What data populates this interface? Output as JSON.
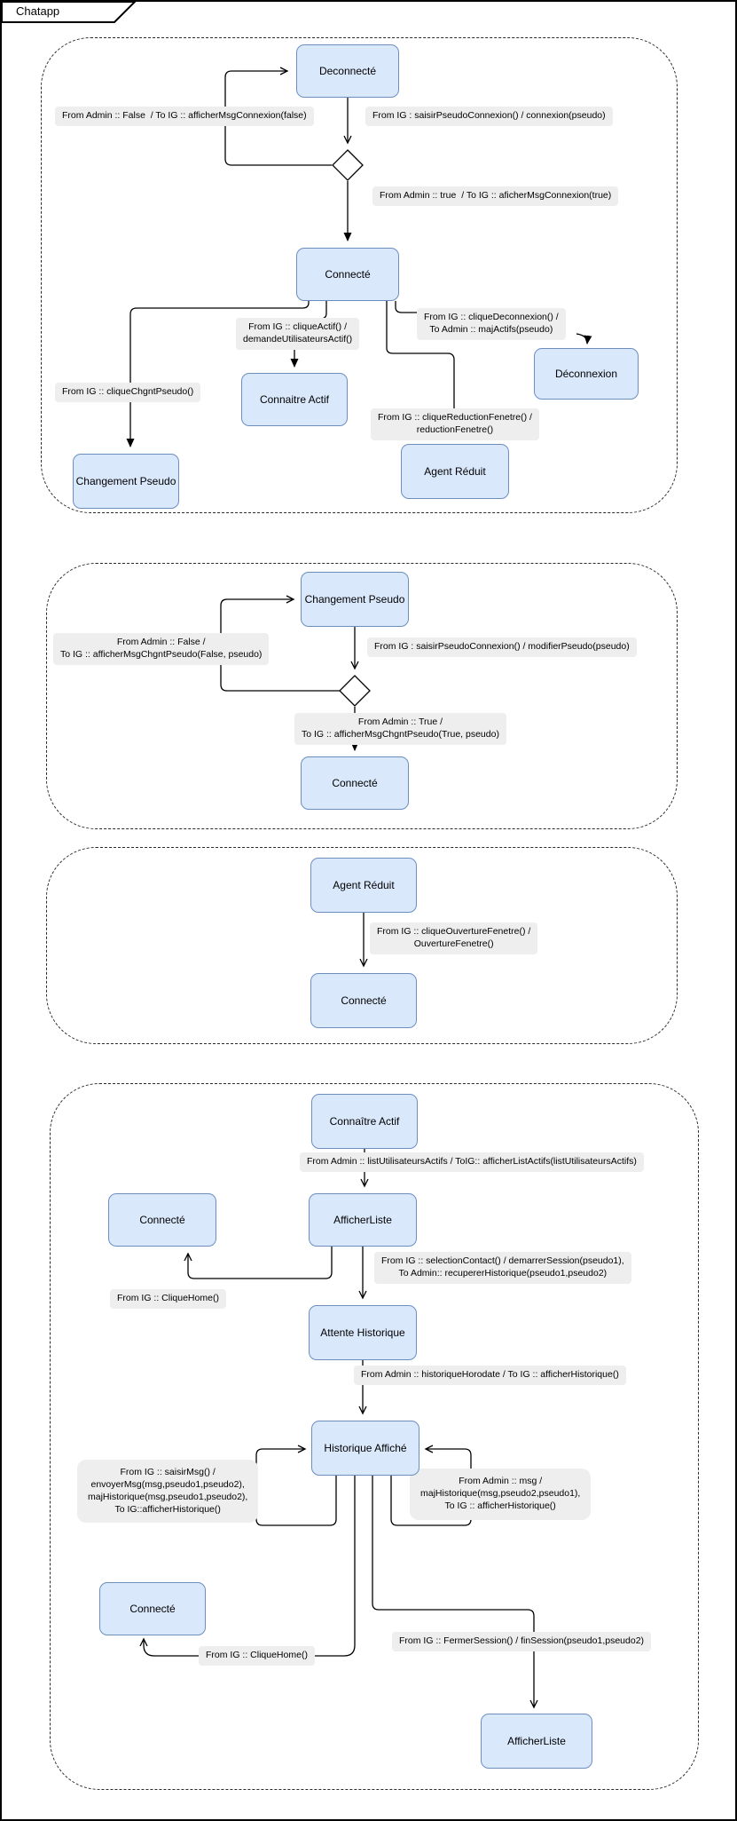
{
  "frame": {
    "title": "Chatapp"
  },
  "colors": {
    "state_fill": "#dae8fc",
    "state_border": "#6c8ebf",
    "label_bg": "#eeeeee",
    "line": "#000000"
  },
  "sections": {
    "connexion": {
      "states": {
        "deconnecte": "Deconnecté",
        "connecte": "Connecté",
        "connaitre_actif": "Connaitre Actif",
        "deconnexion": "Déconnexion",
        "agent_reduit": "Agent Réduit",
        "changement_pseudo": "Changement Pseudo"
      },
      "labels": {
        "admin_false": "From Admin :: False  / To IG :: afficherMsgConnexion(false)",
        "ig_connexion": "From IG : saisirPseudoConnexion() / connexion(pseudo)",
        "admin_true": "From Admin :: true  / To IG :: aficherMsgConnexion(true)",
        "ig_clique_actif": "From IG :: cliqueActif() /\ndemandeUtilisateursActif()",
        "ig_clique_deconnexion": "From IG :: cliqueDeconnexion() /\nTo Admin :: majActifs(pseudo)",
        "ig_clique_chgnt_pseudo": "From IG :: cliqueChgntPseudo()",
        "ig_clique_reduction": "From IG :: cliqueReductionFenetre() /\nreductionFenetre()"
      }
    },
    "changement": {
      "states": {
        "changement_pseudo": "Changement Pseudo",
        "connecte": "Connecté"
      },
      "labels": {
        "admin_false": "From Admin :: False /\nTo IG :: afficherMsgChgntPseudo(False, pseudo)",
        "ig_modifier": "From IG : saisirPseudoConnexion() / modifierPseudo(pseudo)",
        "admin_true": "From Admin :: True /\nTo IG :: afficherMsgChgntPseudo(True, pseudo)"
      }
    },
    "ouverture": {
      "states": {
        "agent_reduit": "Agent Réduit",
        "connecte": "Connecté"
      },
      "labels": {
        "ig_ouverture": "From IG :: cliqueOuvertureFenetre() /\nOuvertureFenetre()"
      }
    },
    "session": {
      "states": {
        "connaitre_actif": "Connaître Actif",
        "connecte_haut": "Connecté",
        "afficher_liste": "AfficherListe",
        "attente_historique": "Attente Historique",
        "historique_affiche": "Historique Affiché",
        "connecte_bas": "Connecté",
        "afficher_liste_fin": "AfficherListe"
      },
      "labels": {
        "admin_list_actifs": "From Admin :: listUtilisateursActifs / ToIG:: afficherListActifs(listUtilisateursActifs)",
        "ig_selection_contact": "From IG :: selectionContact() / demarrerSession(pseudo1),\nTo Admin:: recupererHistorique(pseudo1,pseudo2)",
        "ig_clique_home_haut": "From IG :: CliqueHome()",
        "admin_horodate": "From Admin :: historiqueHorodate / To IG :: afficherHistorique()",
        "ig_saisir_msg": "From IG :: saisirMsg() /\nenvoyerMsg(msg,pseudo1,pseudo2),\nmajHistorique(msg,pseudo1,pseudo2),\nTo IG::afficherHistorique()",
        "admin_msg": "From Admin :: msg /\nmajHistorique(msg,pseudo2,pseudo1),\nTo IG :: afficherHistorique()",
        "ig_clique_home_bas": "From IG :: CliqueHome()",
        "ig_fermer_session": "From IG :: FermerSession() / finSession(pseudo1,pseudo2)"
      }
    }
  }
}
